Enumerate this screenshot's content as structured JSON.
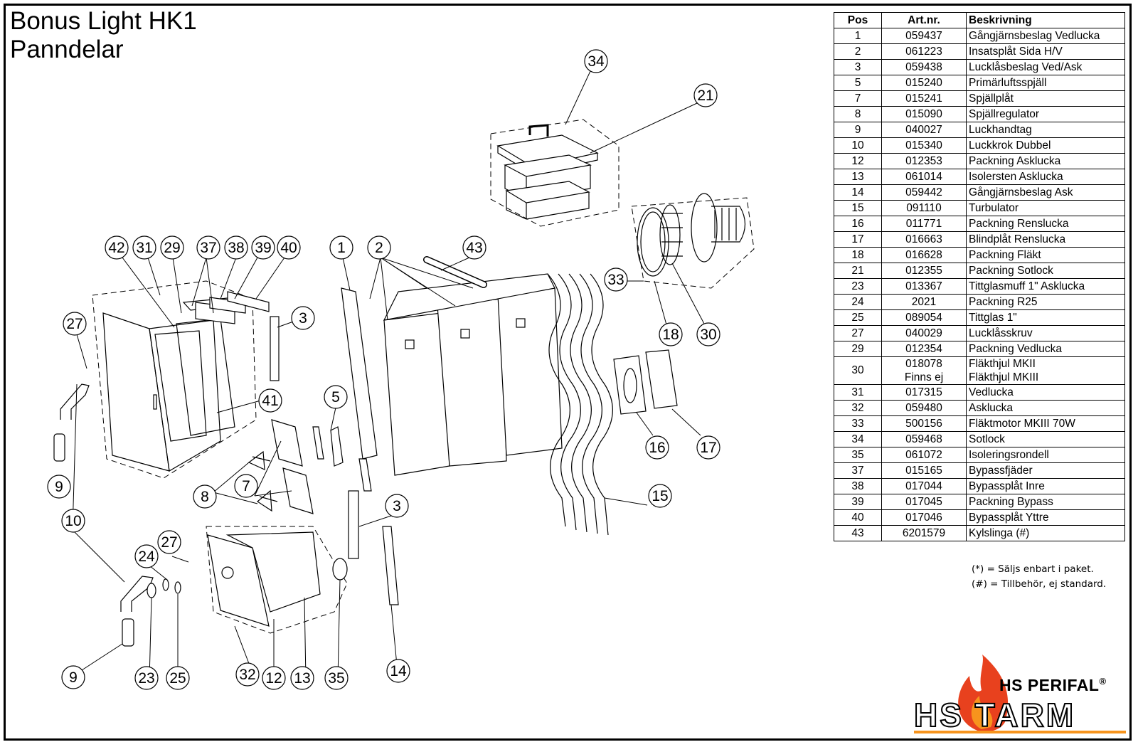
{
  "header": {
    "title_line1": "Bonus Light HK1",
    "title_line2": "Panndelar"
  },
  "table": {
    "headers": [
      "Pos",
      "Art.nr.",
      "Beskrivning"
    ],
    "rows": [
      {
        "pos": "1",
        "art": "059437",
        "desc": "Gångjärnsbeslag Vedlucka"
      },
      {
        "pos": "2",
        "art": "061223",
        "desc": "Insatsplåt Sida H/V"
      },
      {
        "pos": "3",
        "art": "059438",
        "desc": "Lucklåsbeslag Ved/Ask"
      },
      {
        "pos": "5",
        "art": "015240",
        "desc": "Primärluftsspjäll"
      },
      {
        "pos": "7",
        "art": "015241",
        "desc": "Spjällplåt"
      },
      {
        "pos": "8",
        "art": "015090",
        "desc": "Spjällregulator"
      },
      {
        "pos": "9",
        "art": "040027",
        "desc": "Luckhandtag"
      },
      {
        "pos": "10",
        "art": "015340",
        "desc": "Luckkrok Dubbel"
      },
      {
        "pos": "12",
        "art": "012353",
        "desc": "Packning Asklucka"
      },
      {
        "pos": "13",
        "art": "061014",
        "desc": "Isolersten Asklucka"
      },
      {
        "pos": "14",
        "art": "059442",
        "desc": "Gångjärnsbeslag Ask"
      },
      {
        "pos": "15",
        "art": "091110",
        "desc": "Turbulator"
      },
      {
        "pos": "16",
        "art": "011771",
        "desc": "Packning Renslucka"
      },
      {
        "pos": "17",
        "art": "016663",
        "desc": "Blindplåt Renslucka"
      },
      {
        "pos": "18",
        "art": "016628",
        "desc": "Packning Fläkt"
      },
      {
        "pos": "21",
        "art": "012355",
        "desc": "Packning Sotlock"
      },
      {
        "pos": "23",
        "art": "013367",
        "desc": "Tittglasmuff 1\" Asklucka"
      },
      {
        "pos": "24",
        "art": "2021",
        "desc": "Packning R25"
      },
      {
        "pos": "25",
        "art": "089054",
        "desc": "Tittglas 1\""
      },
      {
        "pos": "27",
        "art": "040029",
        "desc": "Lucklåsskruv"
      },
      {
        "pos": "29",
        "art": "012354",
        "desc": "Packning Vedlucka"
      },
      {
        "pos": "30",
        "art": "018078",
        "art2": "Finns ej",
        "desc": "Fläkthjul MKII",
        "desc2": "Fläkthjul MKIII"
      },
      {
        "pos": "31",
        "art": "017315",
        "desc": "Vedlucka"
      },
      {
        "pos": "32",
        "art": "059480",
        "desc": "Asklucka"
      },
      {
        "pos": "33",
        "art": "500156",
        "desc": "Fläktmotor MKIII 70W"
      },
      {
        "pos": "34",
        "art": "059468",
        "desc": "Sotlock"
      },
      {
        "pos": "35",
        "art": "061072",
        "desc": "Isoleringsrondell"
      },
      {
        "pos": "37",
        "art": "015165",
        "desc": "Bypassfjäder"
      },
      {
        "pos": "38",
        "art": "017044",
        "desc": "Bypassplåt Inre"
      },
      {
        "pos": "39",
        "art": "017045",
        "desc": "Packning Bypass"
      },
      {
        "pos": "40",
        "art": "017046",
        "desc": "Bypassplåt Yttre"
      },
      {
        "pos": "43",
        "art": "6201579",
        "desc": "Kylslinga (#)"
      }
    ]
  },
  "notes": {
    "note1": "(*) = Säljs enbart i paket.",
    "note2": "(#) = Tillbehör, ej standard."
  },
  "logo": {
    "brand_top": "HS PERIFAL",
    "brand_main": "HS TARM",
    "registered": "®",
    "flame_color": "#e8411e",
    "accent_color": "#f7941d"
  },
  "callouts": [
    "34",
    "21",
    "33",
    "18",
    "30",
    "42",
    "31",
    "29",
    "37",
    "38",
    "39",
    "40",
    "1",
    "2",
    "43",
    "27",
    "3",
    "41",
    "5",
    "16",
    "17",
    "9",
    "8",
    "7",
    "10",
    "15",
    "24",
    "27",
    "3",
    "23",
    "25",
    "32",
    "12",
    "13",
    "35",
    "14",
    "9"
  ]
}
